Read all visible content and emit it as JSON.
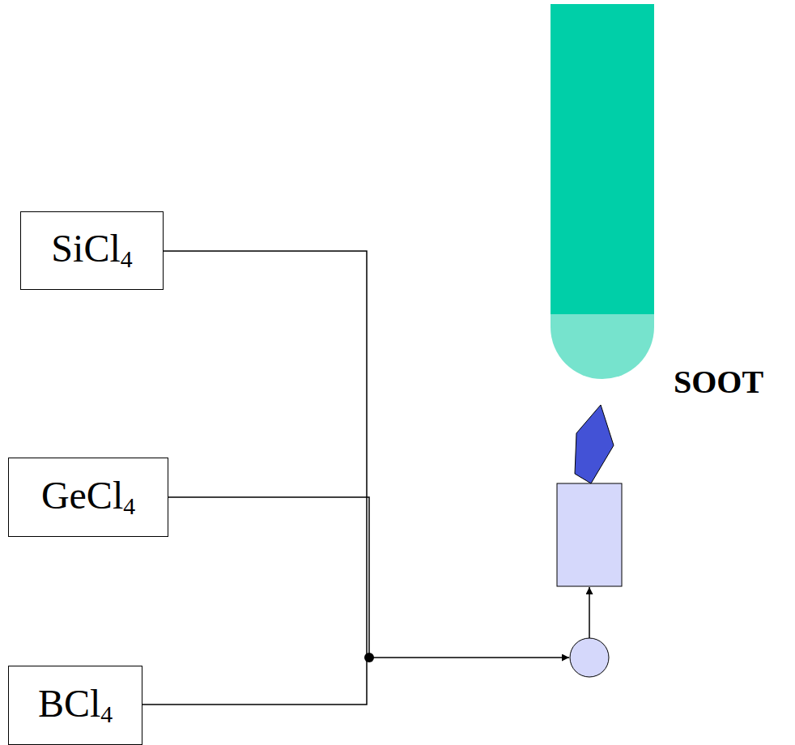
{
  "diagram": {
    "nodes": [
      {
        "text": [
          "SiCl4"
        ]
      },
      {
        "text": [
          "GeCl4"
        ]
      },
      {
        "text": [
          "BCl4"
        ]
      }
    ],
    "labels": [
      "SOOT"
    ]
  }
}
